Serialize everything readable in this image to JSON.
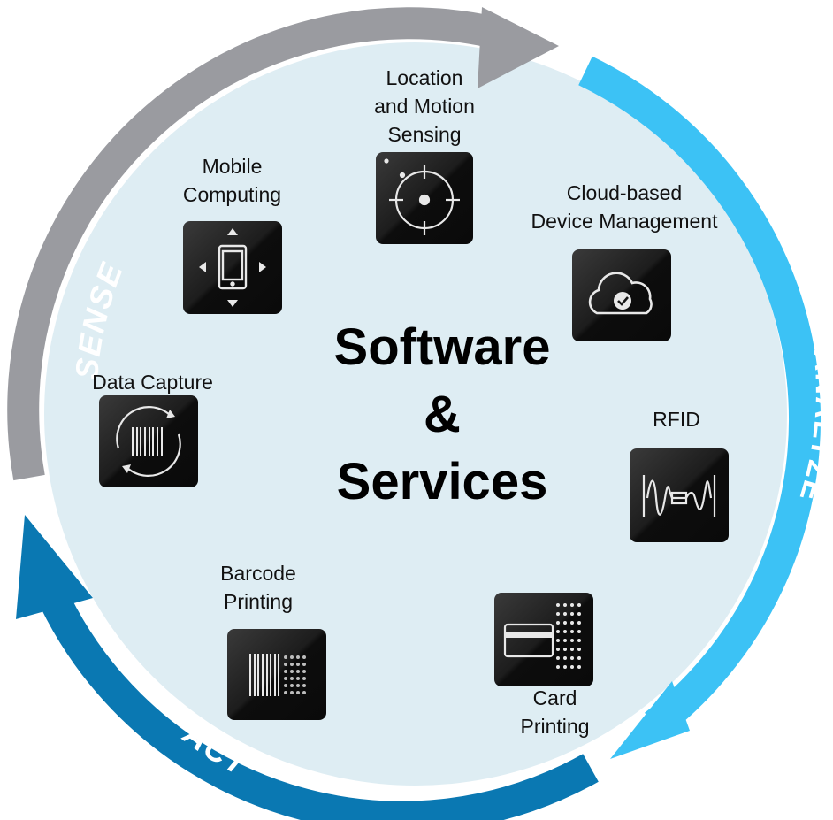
{
  "cycle": {
    "sense": {
      "label": "SENSE",
      "color": "#9a9ba0"
    },
    "analyze": {
      "label": "ANALYZE",
      "color": "#3cc2f5"
    },
    "act": {
      "label": "ACT",
      "color": "#0a78b2"
    }
  },
  "center": {
    "title": "Software\n&\nServices"
  },
  "colors": {
    "circle_fill": "#deedf3",
    "icon_dark": "#151515",
    "icon_stroke": "#e8e8e8"
  },
  "items": [
    {
      "key": "location",
      "label": "Location\nand Motion\nSensing",
      "icon": "target-icon"
    },
    {
      "key": "mobile",
      "label": "Mobile\nComputing",
      "icon": "tablet-move-icon"
    },
    {
      "key": "cloud",
      "label": "Cloud-based\nDevice Management",
      "icon": "cloud-check-icon"
    },
    {
      "key": "datacapture",
      "label": "Data Capture",
      "icon": "barcode-cycle-icon"
    },
    {
      "key": "rfid",
      "label": "RFID",
      "icon": "rfid-wave-icon"
    },
    {
      "key": "barcode",
      "label": "Barcode\nPrinting",
      "icon": "barcode-print-icon"
    },
    {
      "key": "card",
      "label": "Card\nPrinting",
      "icon": "card-print-icon"
    }
  ]
}
